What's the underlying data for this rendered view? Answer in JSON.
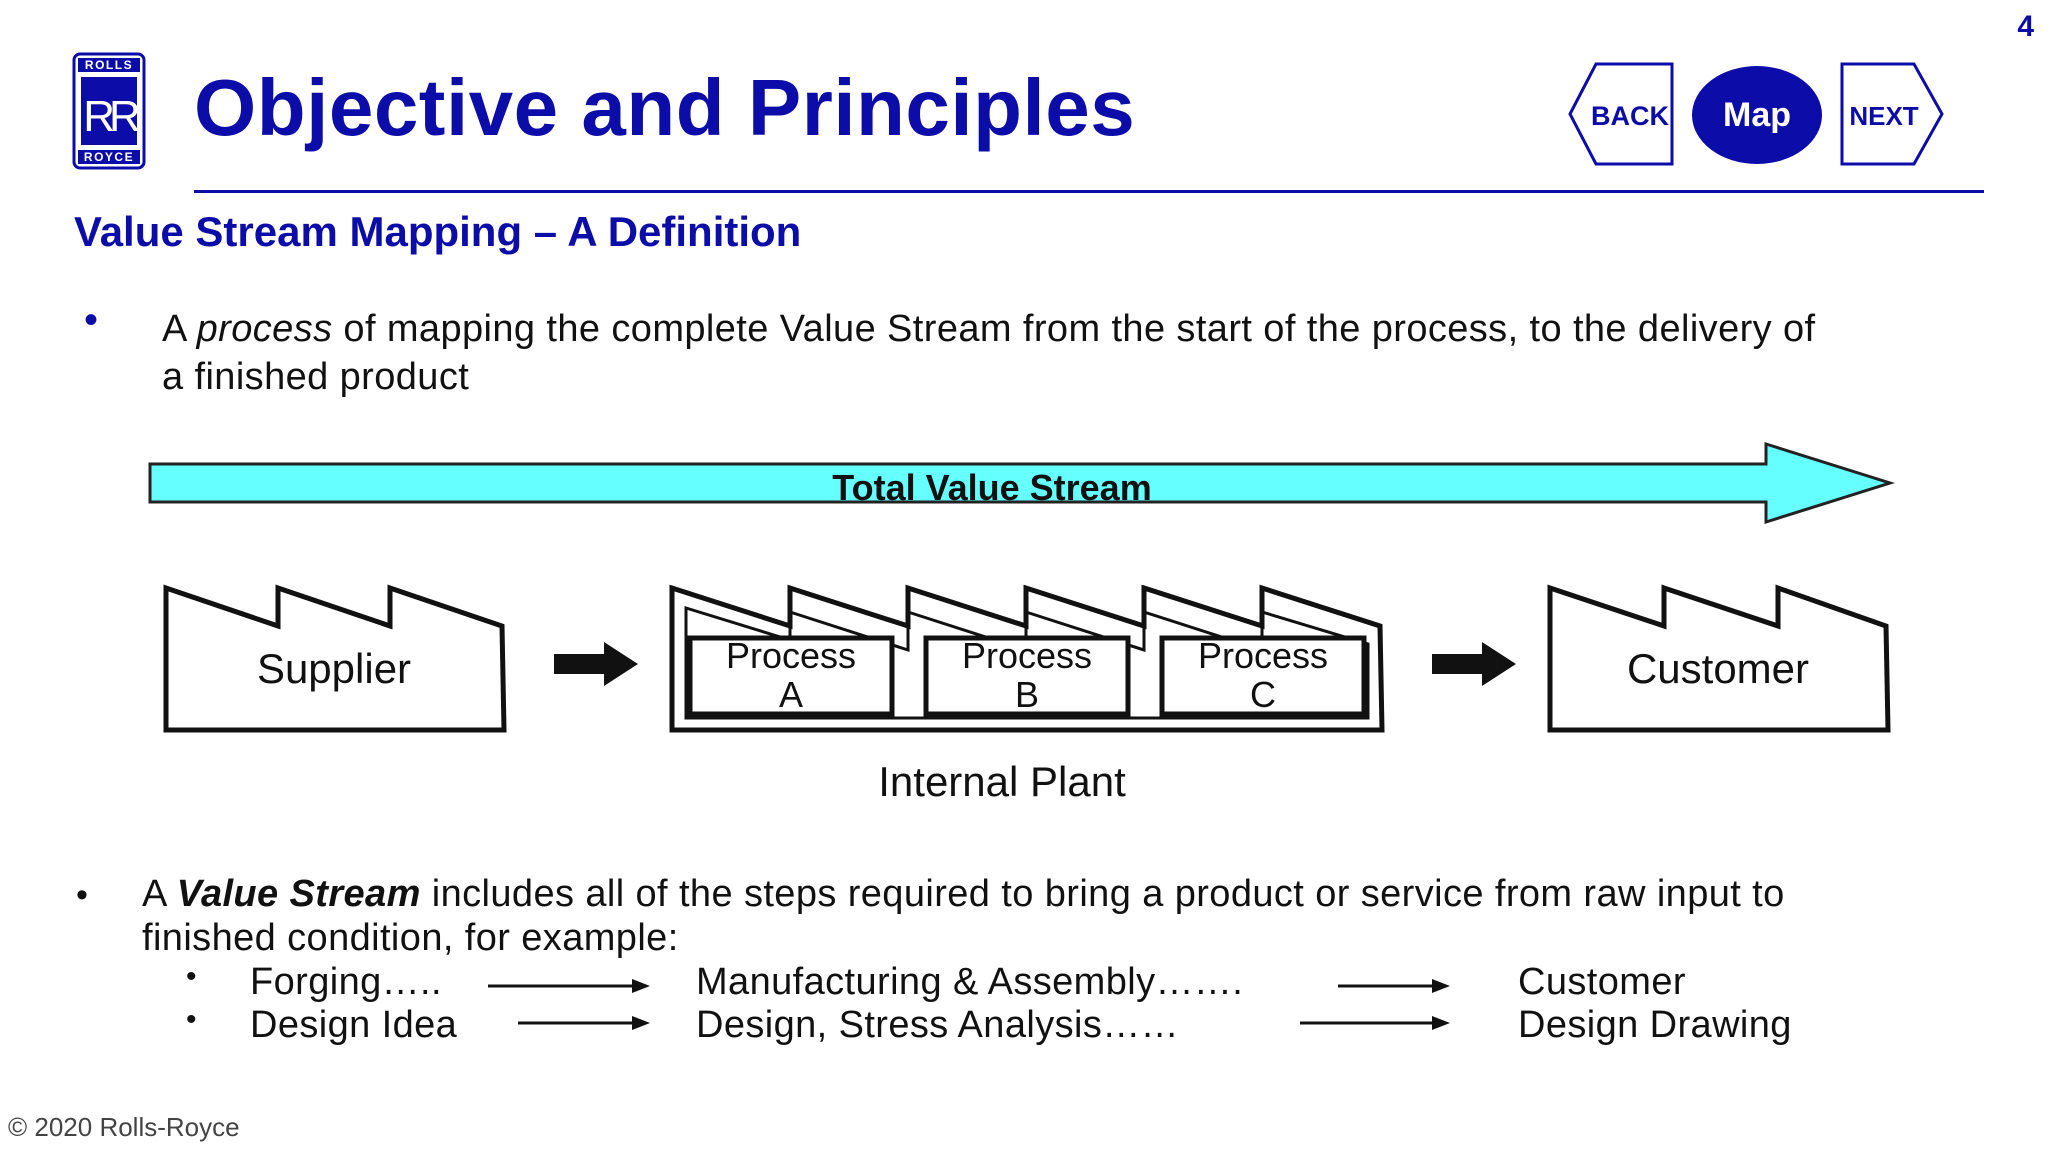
{
  "page_number": "4",
  "logo": {
    "top_text": "ROLLS",
    "monogram": "RR",
    "bottom_text": "ROYCE"
  },
  "title": "Objective and Principles",
  "nav": {
    "back_label": "BACK",
    "map_label": "Map",
    "next_label": "NEXT"
  },
  "subtitle": "Value Stream Mapping – A Definition",
  "bullet1": {
    "prefix": "A ",
    "emphasis": "process",
    "line1_rest": " of mapping the complete Value Stream from the start of the process, to the delivery of",
    "line2": "a finished product"
  },
  "diagram": {
    "total_value_stream_label": "Total Value Stream",
    "supplier_label": "Supplier",
    "customer_label": "Customer",
    "internal_plant_label": "Internal Plant",
    "processes": [
      {
        "word": "Process",
        "letter": "A"
      },
      {
        "word": "Process",
        "letter": "B"
      },
      {
        "word": "Process",
        "letter": "C"
      }
    ],
    "arrow_fill_color": "#66ffff"
  },
  "bullet2": {
    "prefix": "A ",
    "emphasis": "Value Stream",
    "line1_rest": " includes all of the steps required to bring a product or service from raw input to",
    "line2": "finished condition, for example:"
  },
  "examples": [
    {
      "step1": "Forging…..",
      "step2": "Manufacturing & Assembly…….",
      "step3": "Customer"
    },
    {
      "step1": "Design Idea",
      "step2": "Design, Stress Analysis……",
      "step3": "Design Drawing"
    }
  ],
  "copyright": "© 2020 Rolls-Royce",
  "colors": {
    "brand_blue": "#0c0ca8"
  }
}
